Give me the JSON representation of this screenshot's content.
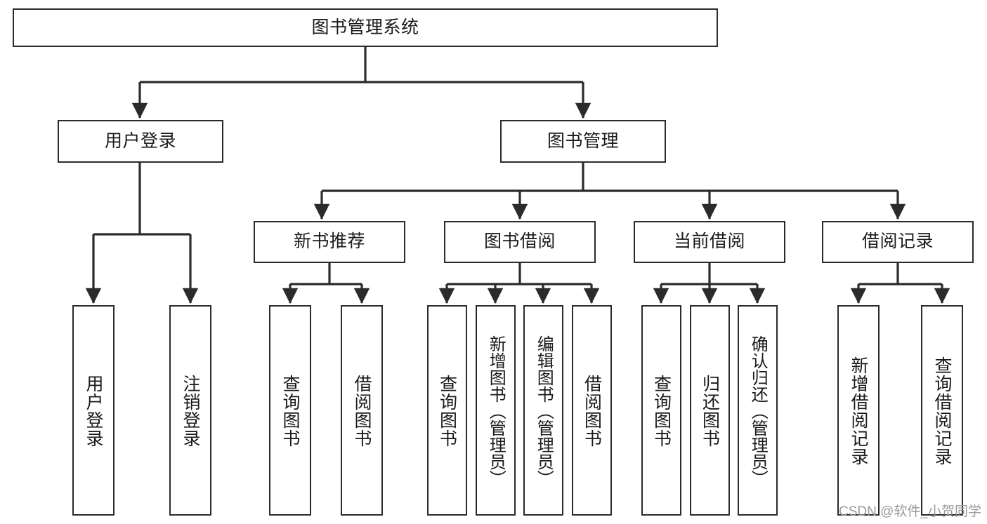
{
  "diagram": {
    "type": "tree-hierarchy",
    "title": "图书管理系统",
    "watermark": "CSDN @软件_小贺同学",
    "colors": {
      "stroke": "#2b2b2b",
      "fill": "#ffffff",
      "text": "#1a1a1a",
      "watermark": "#9a9a9a"
    },
    "levels": {
      "root": "图书管理系统",
      "level1": [
        "用户登录",
        "图书管理"
      ],
      "level2": [
        "新书推荐",
        "图书借阅",
        "当前借阅",
        "借阅记录"
      ]
    },
    "nodes": {
      "root": {
        "label": "图书管理系统"
      },
      "user_login": {
        "label": "用户登录"
      },
      "book_manage": {
        "label": "图书管理"
      },
      "new_book_rec": {
        "label": "新书推荐"
      },
      "book_borrow": {
        "label": "图书借阅"
      },
      "current_borrow": {
        "label": "当前借阅"
      },
      "borrow_record": {
        "label": "借阅记录"
      },
      "leaf_user_login": {
        "label": "用户登录"
      },
      "leaf_logout": {
        "label": "注销登录"
      },
      "leaf_query_book_1": {
        "label": "查询图书"
      },
      "leaf_borrow_book_1": {
        "label": "借阅图书"
      },
      "leaf_query_book_2": {
        "label": "查询图书"
      },
      "leaf_add_book": {
        "label": "新增图书（管理员）"
      },
      "leaf_edit_book": {
        "label": "编辑图书（管理员）"
      },
      "leaf_borrow_book_2": {
        "label": "借阅图书"
      },
      "leaf_query_book_3": {
        "label": "查询图书"
      },
      "leaf_return_book": {
        "label": "归还图书"
      },
      "leaf_confirm_return": {
        "label": "确认归还（管理员）"
      },
      "leaf_add_record": {
        "label": "新增借阅记录"
      },
      "leaf_query_record": {
        "label": "查询借阅记录"
      }
    },
    "edges": [
      {
        "from": "root",
        "to": "user_login"
      },
      {
        "from": "root",
        "to": "book_manage"
      },
      {
        "from": "user_login",
        "to": "leaf_user_login"
      },
      {
        "from": "user_login",
        "to": "leaf_logout"
      },
      {
        "from": "book_manage",
        "to": "new_book_rec"
      },
      {
        "from": "book_manage",
        "to": "book_borrow"
      },
      {
        "from": "book_manage",
        "to": "current_borrow"
      },
      {
        "from": "book_manage",
        "to": "borrow_record"
      },
      {
        "from": "new_book_rec",
        "to": "leaf_query_book_1"
      },
      {
        "from": "new_book_rec",
        "to": "leaf_borrow_book_1"
      },
      {
        "from": "book_borrow",
        "to": "leaf_query_book_2"
      },
      {
        "from": "book_borrow",
        "to": "leaf_add_book"
      },
      {
        "from": "book_borrow",
        "to": "leaf_edit_book"
      },
      {
        "from": "book_borrow",
        "to": "leaf_borrow_book_2"
      },
      {
        "from": "current_borrow",
        "to": "leaf_query_book_3"
      },
      {
        "from": "current_borrow",
        "to": "leaf_return_book"
      },
      {
        "from": "current_borrow",
        "to": "leaf_confirm_return"
      },
      {
        "from": "borrow_record",
        "to": "leaf_add_record"
      },
      {
        "from": "borrow_record",
        "to": "leaf_query_record"
      }
    ]
  }
}
